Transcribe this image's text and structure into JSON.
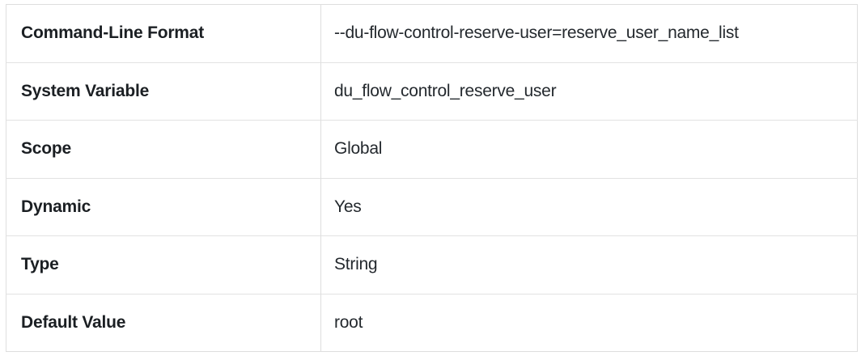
{
  "table": {
    "name": "system-variable-properties",
    "rows": [
      {
        "label": "Command-Line Format",
        "value": "--du-flow-control-reserve-user=reserve_user_name_list"
      },
      {
        "label": "System Variable",
        "value": "du_flow_control_reserve_user"
      },
      {
        "label": "Scope",
        "value": "Global"
      },
      {
        "label": "Dynamic",
        "value": "Yes"
      },
      {
        "label": "Type",
        "value": "String"
      },
      {
        "label": "Default Value",
        "value": "root"
      }
    ]
  },
  "colors": {
    "background": "#ffffff",
    "border": "#dedede",
    "row_divider": "#e2e2e2",
    "label_text": "#1b1f23",
    "value_text": "#24292e"
  }
}
